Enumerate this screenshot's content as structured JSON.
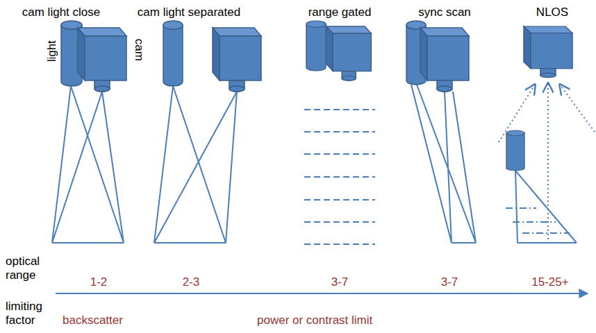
{
  "diagram": {
    "labels": [
      "cam light close",
      "cam light separated",
      "range gated",
      "sync scan",
      "NLOS",
      "light",
      "cam",
      "optical range",
      "1-2",
      "2-3",
      "3-7",
      "3-7",
      "15-25+",
      "limiting factor",
      "backscatter",
      "power or contrast limit"
    ]
  }
}
